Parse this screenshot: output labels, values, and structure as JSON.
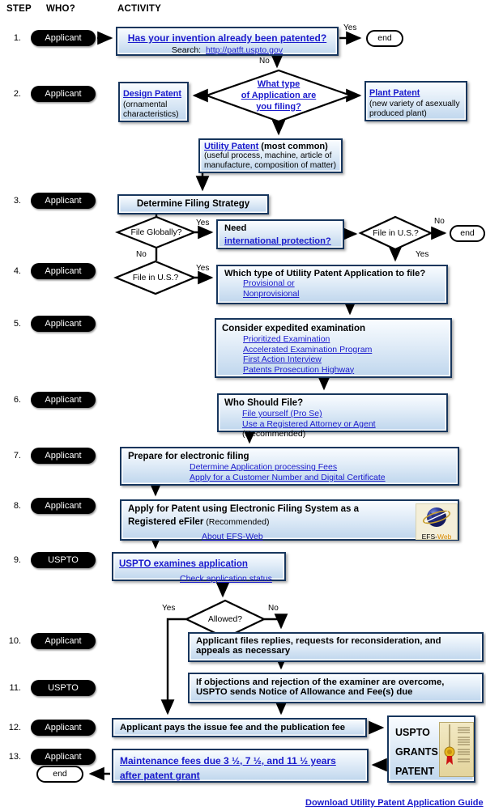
{
  "header": {
    "step": "STEP",
    "who": "WHO?",
    "activity": "ACTIVITY"
  },
  "labels": {
    "yes": "Yes",
    "no": "No",
    "end": "end"
  },
  "steps": [
    {
      "num": "1.",
      "who": "Applicant"
    },
    {
      "num": "2.",
      "who": "Applicant"
    },
    {
      "num": "3.",
      "who": "Applicant"
    },
    {
      "num": "4.",
      "who": "Applicant"
    },
    {
      "num": "5.",
      "who": "Applicant"
    },
    {
      "num": "6.",
      "who": "Applicant"
    },
    {
      "num": "7.",
      "who": "Applicant"
    },
    {
      "num": "8.",
      "who": "Applicant"
    },
    {
      "num": "9.",
      "who": "USPTO"
    },
    {
      "num": "10.",
      "who": "Applicant"
    },
    {
      "num": "11.",
      "who": "USPTO"
    },
    {
      "num": "12.",
      "who": "Applicant"
    },
    {
      "num": "13.",
      "who": "Applicant"
    }
  ],
  "flow": {
    "q_patented": {
      "title": "Has your invention already been patented?",
      "search_label": "Search:",
      "search_link": "http://patft.uspto.gov"
    },
    "d_app_type": {
      "line1": "What type",
      "line2": "of Application are",
      "line3": "you filing?"
    },
    "design": {
      "title": "Design Patent",
      "desc1": "(ornamental",
      "desc2": "characteristics)"
    },
    "plant": {
      "title": "Plant Patent",
      "desc1": "(new variety of asexually",
      "desc2": "produced plant)"
    },
    "utility": {
      "title": "Utility Patent",
      "title_suffix": " (most common)",
      "desc1": "(useful process, machine, article of",
      "desc2": "manufacture, composition of matter)"
    },
    "strategy": {
      "title": "Determine Filing Strategy"
    },
    "d_file_globally": {
      "label": "File Globally?"
    },
    "intl": {
      "line1": "Need",
      "link": "international protection?"
    },
    "d_file_us_1": {
      "label": "File in U.S.?"
    },
    "d_file_us_2": {
      "label": "File in U.S.?"
    },
    "which_type": {
      "title": "Which type of Utility Patent Application to file?",
      "links": [
        "Provisional or",
        "Nonprovisional"
      ]
    },
    "expedited": {
      "title": "Consider expedited examination",
      "links": [
        "Prioritized Examination",
        "Accelerated Examination Program",
        "First Action Interview",
        "Patents Prosecution Highway"
      ]
    },
    "who_files": {
      "title": "Who Should File?",
      "link1": "File yourself (Pro Se)",
      "link2": "Use a Registered Attorney or Agent",
      "link2_suffix": " (Recommended)"
    },
    "prepare": {
      "title": "Prepare for electronic filing",
      "links": [
        "Determine Application processing Fees",
        "Apply for a Customer Number and Digital Certificate"
      ]
    },
    "apply_efs": {
      "title_line1": "Apply for Patent using Electronic Filing System as a",
      "title_line2": "Registered eFiler",
      "title_suffix": " (Recommended)",
      "link": "About EFS-Web",
      "badge_prefix": "EFS-",
      "badge_suffix": "Web"
    },
    "examine": {
      "link1": "USPTO examines application",
      "link2": "Check application status"
    },
    "d_allowed": {
      "label": "Allowed?"
    },
    "replies": {
      "line1": "Applicant files replies, requests for reconsideration, and",
      "line2": "appeals as necessary"
    },
    "notice": {
      "line1": "If objections and rejection of the examiner are overcome,",
      "line2": "USPTO sends Notice of Allowance and Fee(s) due"
    },
    "pays": {
      "title": "Applicant pays the issue fee and the publication fee"
    },
    "grants": {
      "line1": "USPTO",
      "line2": "GRANTS",
      "line3": "PATENT"
    },
    "maintenance": {
      "line1": "Maintenance fees due 3 ½, 7 ½, and 11 ½ years",
      "line2": "after patent grant"
    }
  },
  "footer": {
    "download": "Download Utility Patent Application Guide"
  },
  "colors": {
    "box_border": "#17365d",
    "link": "#1a1acc",
    "pill_bg": "#000000",
    "box_fill_top": "#f9fcff",
    "box_fill_bottom": "#bfd6ed"
  }
}
